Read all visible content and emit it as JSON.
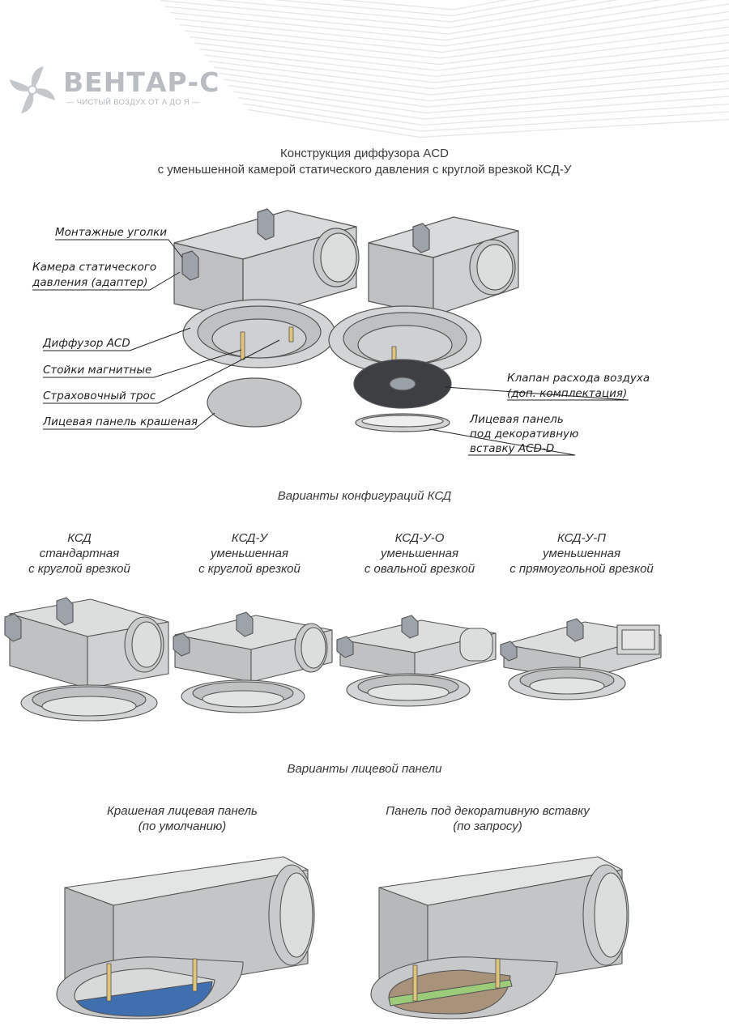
{
  "header": {
    "brand_name": "ВЕНТАР-С",
    "brand_tagline": "— ЧИСТЫЙ ВОЗДУХ ОТ А ДО Я —"
  },
  "construction": {
    "title_line1": "Конструкция диффузора ACD",
    "title_line2": "с уменьшенной камерой статического давления с круглой врезкой КСД-У",
    "callouts": {
      "mounting_brackets": "Монтажные уголки",
      "chamber_line1": "Камера статического",
      "chamber_line2": "давления (адаптер)",
      "diffuser": "Диффузор ACD",
      "magnetic_posts": "Стойки магнитные",
      "safety_cable": "Страховочный трос",
      "painted_panel": "Лицевая панель крашеная",
      "valve_line1": "Клапан расхода воздуха",
      "valve_line2": "(доп. комплектация)",
      "insert_panel_line1": "Лицевая панель",
      "insert_panel_line2": "под декоративную",
      "insert_panel_line3": "вставку ACD-D"
    }
  },
  "configurations": {
    "title": "Варианты конфигураций КСД",
    "items": [
      {
        "code": "КСД",
        "line2": "стандартная",
        "line3": "с круглой врезкой"
      },
      {
        "code": "КСД-У",
        "line2": "уменьшенная",
        "line3": "с круглой врезкой"
      },
      {
        "code": "КСД-У-О",
        "line2": "уменьшенная",
        "line3": "с овальной врезкой"
      },
      {
        "code": "КСД-У-П",
        "line2": "уменьшенная",
        "line3": "с прямоугольной врезкой"
      }
    ]
  },
  "panels": {
    "title": "Варианты лицевой панели",
    "items": [
      {
        "line1": "Крашеная лицевая панель",
        "line2": "(по умолчанию)"
      },
      {
        "line1": "Панель под декоративную вставку",
        "line2": "(по запросу)"
      }
    ]
  },
  "colors": {
    "body_gray": "#c8c9ca",
    "edge": "#555555",
    "panel_blue": "#3f6fae",
    "insert_green": "#9ccc7a",
    "insert_brown": "#a8927a",
    "brass_post": "#e0c47a"
  }
}
